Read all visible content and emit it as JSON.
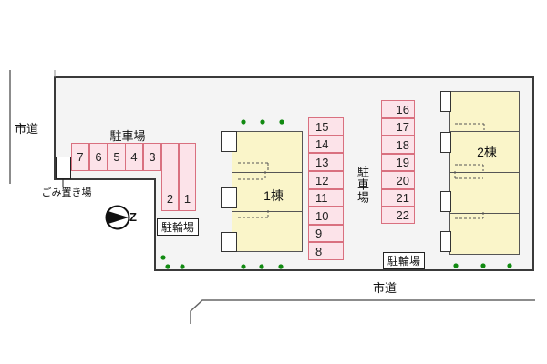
{
  "roads": {
    "west_label": "市道",
    "south_label": "市道"
  },
  "facilities": {
    "garbage_label": "ごみ置き場",
    "parking_west_label": "駐車場",
    "parking_center_label": "駐車場",
    "bicycle_west_label": "駐輪場",
    "bicycle_east_label": "駐輪場"
  },
  "buildings": {
    "building1_label": "1棟",
    "building2_label": "2棟"
  },
  "compass": {
    "letter": "Z"
  },
  "parking_spaces": {
    "west_row": [
      "7",
      "6",
      "5",
      "4",
      "3"
    ],
    "west_corner": [
      "2",
      "1"
    ],
    "center_west_column": [
      "15",
      "14",
      "13",
      "12",
      "11",
      "10",
      "9",
      "8"
    ],
    "center_east_column": [
      "16",
      "17",
      "18",
      "19",
      "20",
      "21",
      "22"
    ]
  },
  "colors": {
    "site_fill": "#f4f4f4",
    "site_border": "#3a3a3a",
    "parking_fill": "#fce3e9",
    "parking_border": "#d9707f",
    "building_fill": "#faf5c9",
    "tree_green": "#118a11"
  }
}
